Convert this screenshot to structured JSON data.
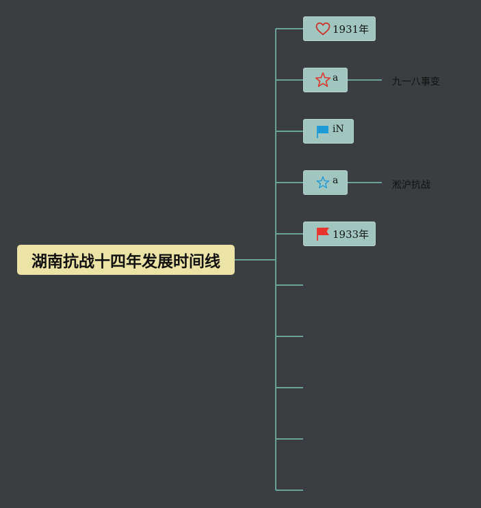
{
  "root": {
    "title": "湖南抗战十四年发展时间线"
  },
  "topics": [
    {
      "label": "1931年",
      "icon": "heart-icon",
      "icon_color": "#c8342b",
      "superscript": false,
      "child": ""
    },
    {
      "label": "a",
      "icon": "star-icon",
      "icon_color": "#d9372b",
      "superscript": true,
      "child": "九一八事变"
    },
    {
      "label": "iN",
      "icon": "flag-icon",
      "icon_color": "#1e9ad6",
      "superscript": true,
      "child": ""
    },
    {
      "label": "a",
      "icon": "star-icon",
      "icon_color": "#1e9ad6",
      "superscript": true,
      "child": "淞沪抗战"
    },
    {
      "label": "1933年",
      "icon": "flag-icon",
      "icon_color": "#e8342a",
      "superscript": false,
      "child": ""
    }
  ],
  "empty_branch_count": 5,
  "colors": {
    "background": "#3a3e40",
    "connector": "#6aa398",
    "root_fill": "#ece3a6",
    "topic_fill": "#a1c6bf"
  }
}
